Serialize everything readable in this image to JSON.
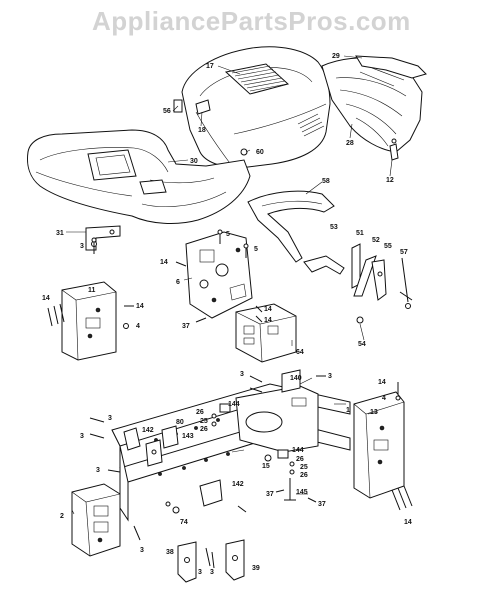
{
  "watermark": "AppliancePartsPros.com",
  "header_fragment": "...",
  "callouts": [
    {
      "id": "c17",
      "text": "17"
    },
    {
      "id": "c29",
      "text": "29"
    },
    {
      "id": "c56",
      "text": "56"
    },
    {
      "id": "c18",
      "text": "18"
    },
    {
      "id": "c28",
      "text": "28"
    },
    {
      "id": "c60",
      "text": "60"
    },
    {
      "id": "c30",
      "text": "30"
    },
    {
      "id": "c12",
      "text": "12"
    },
    {
      "id": "c58",
      "text": "58"
    },
    {
      "id": "c31",
      "text": "31"
    },
    {
      "id": "c3a",
      "text": "3"
    },
    {
      "id": "c5a",
      "text": "5"
    },
    {
      "id": "c5b",
      "text": "5"
    },
    {
      "id": "c53",
      "text": "53"
    },
    {
      "id": "c51",
      "text": "51"
    },
    {
      "id": "c52",
      "text": "52"
    },
    {
      "id": "c55",
      "text": "55"
    },
    {
      "id": "c57",
      "text": "57"
    },
    {
      "id": "c14a",
      "text": "14"
    },
    {
      "id": "c6",
      "text": "6"
    },
    {
      "id": "c14b",
      "text": "14"
    },
    {
      "id": "c11",
      "text": "11"
    },
    {
      "id": "c14c",
      "text": "14"
    },
    {
      "id": "c4a",
      "text": "4"
    },
    {
      "id": "c14d",
      "text": "14"
    },
    {
      "id": "c14e",
      "text": "14"
    },
    {
      "id": "c37a",
      "text": "37"
    },
    {
      "id": "c54",
      "text": "54"
    },
    {
      "id": "c64",
      "text": "64"
    },
    {
      "id": "c3b",
      "text": "3"
    },
    {
      "id": "c140",
      "text": "140"
    },
    {
      "id": "c3c",
      "text": "3"
    },
    {
      "id": "c14f",
      "text": "14"
    },
    {
      "id": "c4b",
      "text": "4"
    },
    {
      "id": "c144a",
      "text": "144"
    },
    {
      "id": "c26a",
      "text": "26"
    },
    {
      "id": "c1",
      "text": "1"
    },
    {
      "id": "c13",
      "text": "13"
    },
    {
      "id": "c3d",
      "text": "3"
    },
    {
      "id": "c25a",
      "text": "25"
    },
    {
      "id": "c26b",
      "text": "26"
    },
    {
      "id": "c3e",
      "text": "3"
    },
    {
      "id": "c142a",
      "text": "142"
    },
    {
      "id": "c80",
      "text": "80"
    },
    {
      "id": "c143",
      "text": "143"
    },
    {
      "id": "c144b",
      "text": "144"
    },
    {
      "id": "c26c",
      "text": "26"
    },
    {
      "id": "c25b",
      "text": "25"
    },
    {
      "id": "c26d",
      "text": "26"
    },
    {
      "id": "c15",
      "text": "15"
    },
    {
      "id": "c3f",
      "text": "3"
    },
    {
      "id": "c142b",
      "text": "142"
    },
    {
      "id": "c37b",
      "text": "37"
    },
    {
      "id": "c145",
      "text": "145"
    },
    {
      "id": "c37c",
      "text": "37"
    },
    {
      "id": "c74",
      "text": "74"
    },
    {
      "id": "c2",
      "text": "2"
    },
    {
      "id": "c14g",
      "text": "14"
    },
    {
      "id": "c3g",
      "text": "3"
    },
    {
      "id": "c38",
      "text": "38"
    },
    {
      "id": "c3h",
      "text": "3"
    },
    {
      "id": "c3i",
      "text": "3"
    },
    {
      "id": "c39",
      "text": "39"
    }
  ]
}
